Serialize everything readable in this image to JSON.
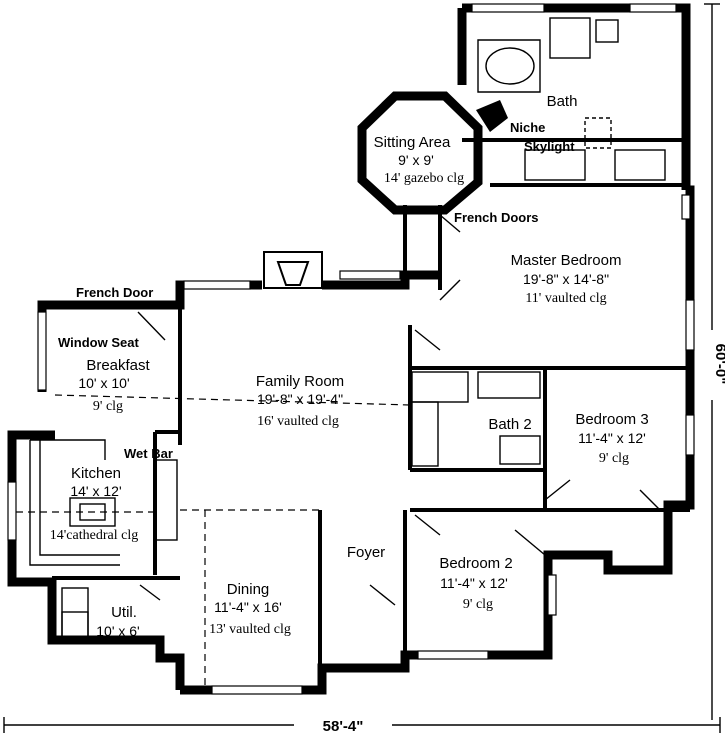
{
  "rooms": {
    "sitting_area": {
      "name": "Sitting Area",
      "size": "9' x 9'",
      "ceiling": "14' gazebo clg"
    },
    "bath": {
      "name": "Bath",
      "niche": "Niche",
      "skylight": "Skylight"
    },
    "master_bedroom": {
      "name": "Master Bedroom",
      "size": "19'-8\" x 14'-8\"",
      "ceiling": "11' vaulted clg",
      "french_doors": "French Doors"
    },
    "breakfast": {
      "name": "Breakfast",
      "size": "10' x 10'",
      "ceiling": "9' clg",
      "window_seat": "Window Seat",
      "french_door": "French Door"
    },
    "family_room": {
      "name": "Family Room",
      "size": "19'-8\" x 19'-4\"",
      "ceiling": "16' vaulted clg"
    },
    "bath2": {
      "name": "Bath 2"
    },
    "bedroom3": {
      "name": "Bedroom 3",
      "size": "11'-4\" x 12'",
      "ceiling": "9' clg"
    },
    "kitchen": {
      "name": "Kitchen",
      "size": "14' x 12'",
      "ceiling": "14'cathedral clg",
      "wet_bar": "Wet Bar"
    },
    "foyer": {
      "name": "Foyer"
    },
    "dining": {
      "name": "Dining",
      "size": "11'-4\" x 16'",
      "ceiling": "13' vaulted clg"
    },
    "bedroom2": {
      "name": "Bedroom 2",
      "size": "11'-4\" x 12'",
      "ceiling": "9' clg"
    },
    "util": {
      "name": "Util.",
      "size": "10' x 6'"
    }
  },
  "dimensions": {
    "width": "58'-4\"",
    "depth": "60'-0\""
  }
}
